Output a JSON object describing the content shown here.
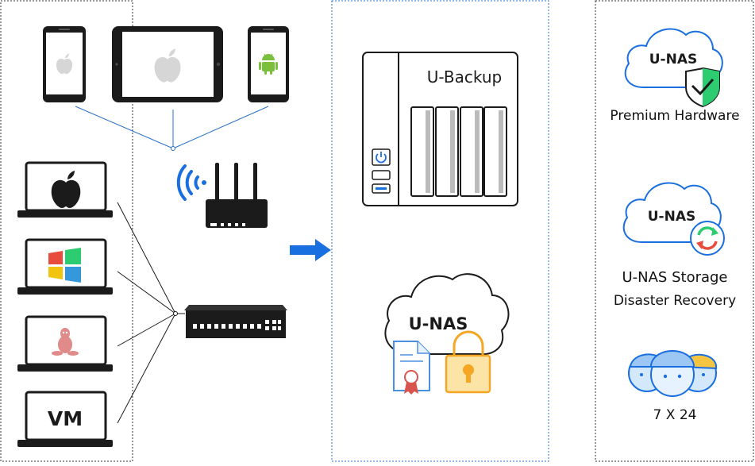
{
  "devices": {
    "laptops": [
      {
        "name": "mac-laptop",
        "icon": "apple-icon"
      },
      {
        "name": "windows-laptop",
        "icon": "windows-icon"
      },
      {
        "name": "linux-laptop",
        "icon": "tux-icon"
      },
      {
        "name": "vm-laptop",
        "text": "VM"
      }
    ],
    "mobiles": [
      {
        "name": "iphone",
        "icon": "apple-icon"
      },
      {
        "name": "ipad",
        "icon": "apple-icon"
      },
      {
        "name": "android-phone",
        "icon": "android-icon"
      }
    ],
    "network": [
      "wifi-router",
      "network-switch"
    ]
  },
  "nas": {
    "label": "U-Backup",
    "bays": 4
  },
  "cloud": {
    "label": "U-NAS"
  },
  "features": [
    {
      "cloud_label": "U-NAS",
      "caption": "Premium Hardware",
      "icon": "shield-check-icon"
    },
    {
      "cloud_label": "U-NAS",
      "caption_line1": "U-NAS Storage",
      "caption_line2": "Disaster Recovery",
      "icon": "sync-icon"
    },
    {
      "caption": "7 X 24",
      "icon": "support-team-icon"
    }
  ],
  "colors": {
    "accent": "#1a6fe0",
    "line": "#2a72c8",
    "green": "#2ecc71",
    "gold": "#f5a623",
    "red": "#d9534f"
  }
}
